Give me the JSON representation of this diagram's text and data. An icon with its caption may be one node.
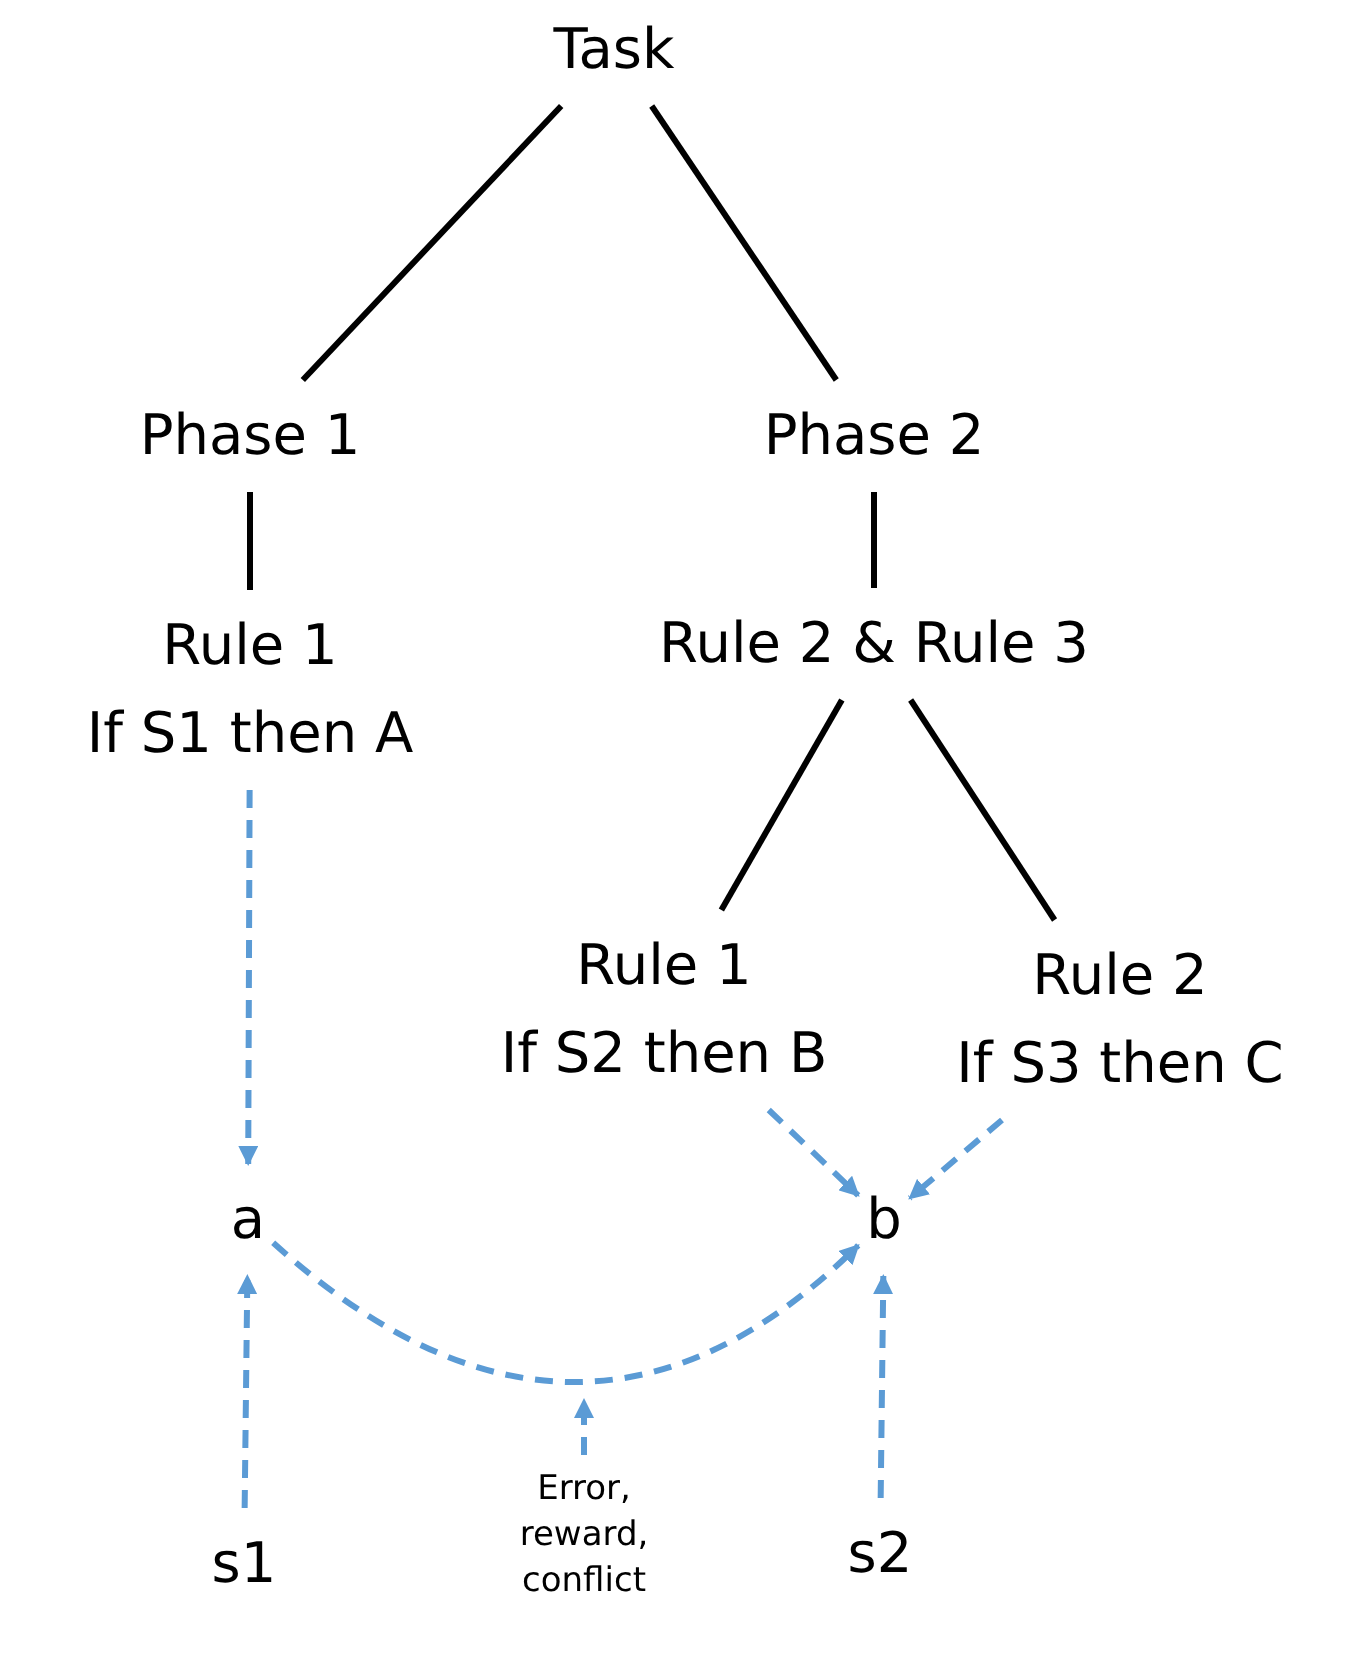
{
  "diagram": {
    "nodes": [
      {
        "text": [
          "Task"
        ]
      },
      {
        "text": [
          "Phase 1"
        ]
      },
      {
        "text": [
          "Phase 2"
        ]
      },
      {
        "text": [
          "Rule 1",
          "If S1 then A"
        ]
      },
      {
        "text": [
          "Rule 2 & Rule 3"
        ]
      },
      {
        "text": [
          "Rule 1",
          "If S2 then B"
        ]
      },
      {
        "text": [
          "Rule 2",
          "If S3 then C"
        ]
      },
      {
        "text": [
          "a"
        ]
      },
      {
        "text": [
          "b"
        ]
      },
      {
        "text": [
          "s1"
        ]
      },
      {
        "text": [
          "Error, reward, conflict"
        ]
      },
      {
        "text": [
          "s2"
        ]
      }
    ],
    "edges": [
      {
        "from": 0,
        "to": 1,
        "arrow": "none",
        "color": "#000000"
      },
      {
        "from": 0,
        "to": 2,
        "arrow": "none",
        "color": "#000000"
      },
      {
        "from": 1,
        "to": 3,
        "arrow": "none",
        "color": "#000000"
      },
      {
        "from": 2,
        "to": 4,
        "arrow": "none",
        "color": "#000000"
      },
      {
        "from": 4,
        "to": 5,
        "arrow": "none",
        "color": "#000000"
      },
      {
        "from": 4,
        "to": 6,
        "arrow": "none",
        "color": "#000000"
      },
      {
        "from": 3,
        "to": 7,
        "arrow": "to",
        "style": "dashed"
      },
      {
        "from": 5,
        "to": 8,
        "arrow": "to",
        "style": "dashed"
      },
      {
        "from": 6,
        "to": 8,
        "arrow": "to",
        "style": "dashed"
      },
      {
        "from": 7,
        "to": 8,
        "arrow": "to",
        "style": "dashed"
      },
      {
        "from": 9,
        "to": 7,
        "arrow": "to",
        "style": "dashed"
      },
      {
        "from": 11,
        "to": 8,
        "arrow": "to",
        "style": "dashed"
      },
      {
        "from": 10,
        "to": null,
        "arrow": "to",
        "style": "dashed"
      }
    ]
  }
}
